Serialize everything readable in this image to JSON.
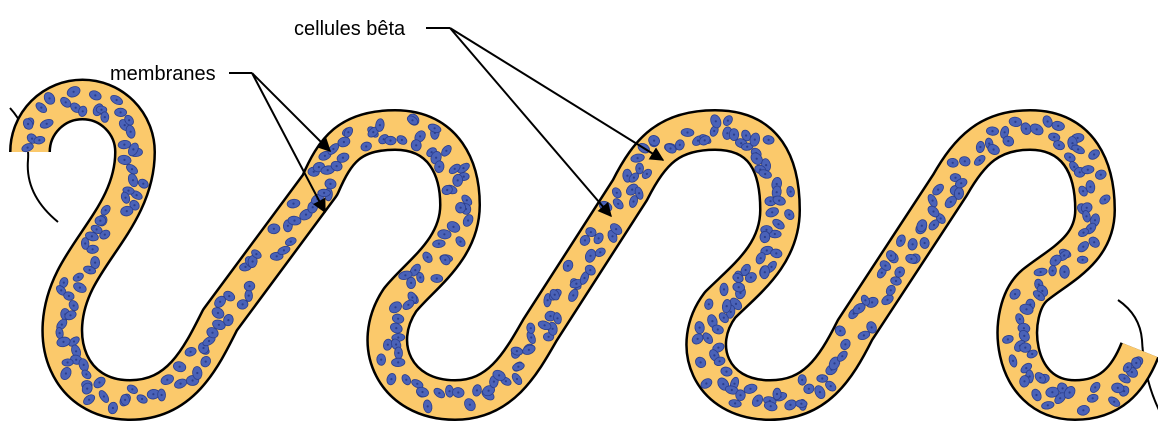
{
  "labels": {
    "membranes": "membranes",
    "beta_cells": "cellules bêta"
  },
  "colors": {
    "tube_fill": "#FBC96B",
    "cell_fill": "#4A62B8",
    "cell_nucleus": "#2B3E8C",
    "outline": "#000000"
  },
  "elements": {
    "tube": "folded cell layer",
    "cell": "beta cell"
  }
}
